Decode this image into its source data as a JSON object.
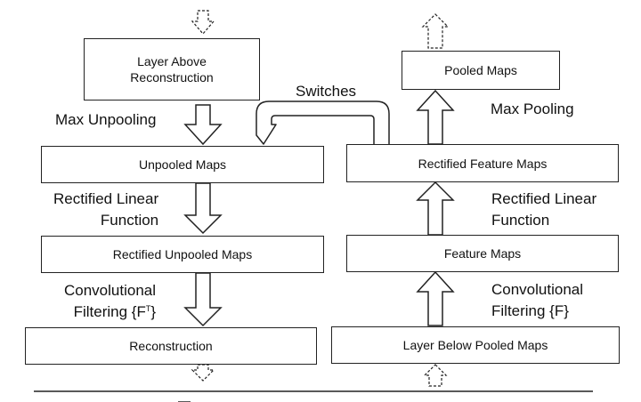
{
  "decoder": {
    "layer_above": "Layer Above Reconstruction",
    "unpooled_maps": "Unpooled Maps",
    "rectified_unpooled_maps": "Rectified Unpooled Maps",
    "reconstruction": "Reconstruction",
    "max_unpooling": "Max Unpooling",
    "relu_line1": "Rectified Linear",
    "relu_line2": "Function",
    "conv_line1": "Convolutional",
    "conv_line2": "Filtering {F",
    "conv_sup": "T",
    "conv_close": "}"
  },
  "encoder": {
    "pooled_maps": "Pooled Maps",
    "rectified_feature_maps": "Rectified Feature Maps",
    "feature_maps": "Feature Maps",
    "layer_below": "Layer Below Pooled Maps",
    "max_pooling": "Max Pooling",
    "relu_line1": "Rectified Linear",
    "relu_line2": "Function",
    "conv_line1": "Convolutional",
    "conv_line2": "Filtering {F}"
  },
  "switches_label": "Switches",
  "colors": {
    "stroke": "#222222",
    "background": "#ffffff",
    "text": "#111111"
  }
}
